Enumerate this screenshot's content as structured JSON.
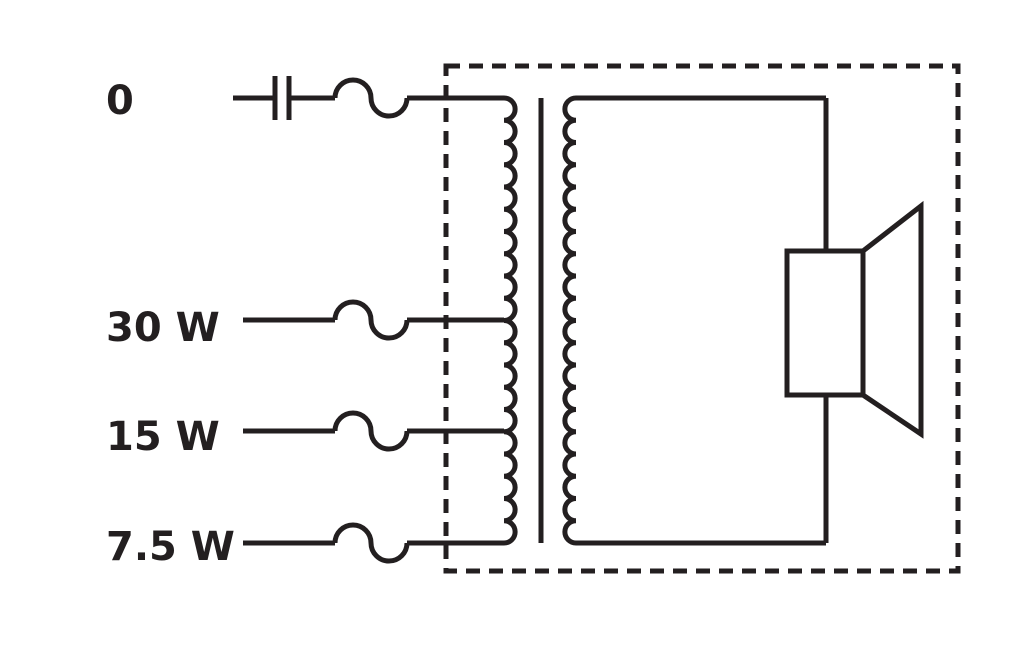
{
  "labels": {
    "tap_0": "0",
    "tap_30w": "30 W",
    "tap_15w": "15 W",
    "tap_7_5w": "7.5 W"
  },
  "colors": {
    "ink": "#231f20",
    "background": "#ffffff"
  },
  "components": [
    "capacitor",
    "fuse",
    "fuse",
    "fuse",
    "fuse",
    "transformer",
    "loudspeaker"
  ]
}
